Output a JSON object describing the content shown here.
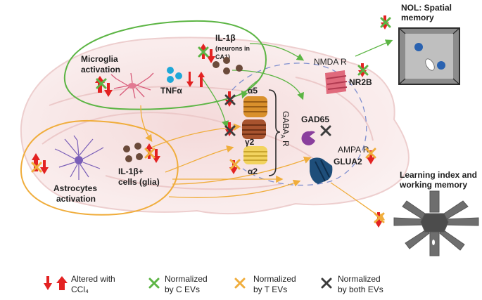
{
  "labels": {
    "microglia": [
      "Microglia",
      "activation"
    ],
    "tnf": "TNFα",
    "il1b_title": "IL-1β",
    "il1b_sub": [
      "(neurons in",
      "CA1)"
    ],
    "astrocytes": [
      "Astrocytes",
      "activation"
    ],
    "il1b_glia": [
      "IL-1β+",
      "cells (glia)"
    ],
    "nmda": "NMDA R",
    "nr2b": "NR2B",
    "gad65": "GAD65",
    "gaba": "GABA",
    "gaba_sub": "A",
    "gaba_r": " R",
    "alpha5": "α5",
    "gamma2": "γ2",
    "alpha2": "α2",
    "ampa": "AMPA R",
    "glua2": "GLUA2",
    "nol": [
      "NOL: Spatial",
      "memory"
    ],
    "learning": [
      "Learning index and",
      "working memory"
    ]
  },
  "legend": {
    "altered": [
      "Altered with",
      "CCl₄"
    ],
    "c_evs": [
      "Normalized",
      "by C EVs"
    ],
    "t_evs": [
      "Normalized",
      "by T EVs"
    ],
    "both_evs": [
      "Normalized",
      "by both EVs"
    ]
  },
  "colors": {
    "green": "#5cb544",
    "orange": "#f0ad3c",
    "red": "#e32222",
    "dark": "#3c3c3c",
    "brain": "#f7e6e6",
    "brain_line": "#edcfcf"
  },
  "icons": [
    "red-up-down-arrow-icon",
    "green-x-icon",
    "orange-x-icon",
    "dark-x-icon",
    "microglia-cell-icon",
    "astrocyte-cell-icon",
    "cell-cluster-icon",
    "receptor-icon",
    "pacman-enzyme-icon",
    "arena-icon",
    "radial-maze-icon"
  ]
}
